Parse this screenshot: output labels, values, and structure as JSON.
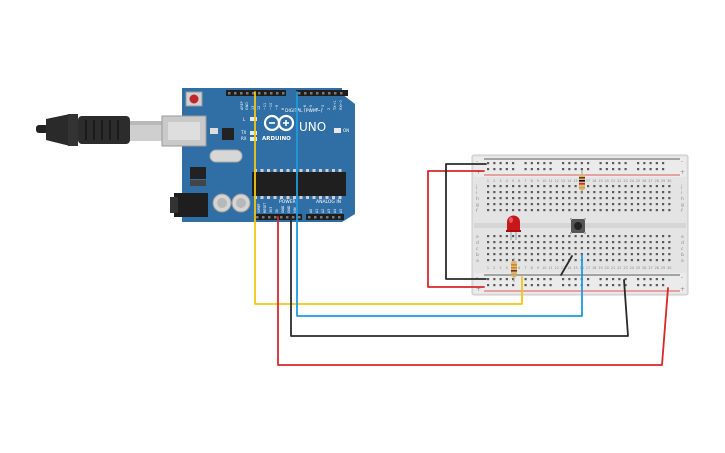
{
  "board": {
    "model_label": "UNO",
    "brand_label": "ARDUINO",
    "digital_label": "DIGITAL (PWM~)",
    "power_label": "POWER",
    "analog_label": "ANALOG IN",
    "on_label": "ON",
    "tx_label": "TX",
    "rx_label": "RX",
    "l_label": "L",
    "aref_label": "AREF",
    "gnd_label": "GND",
    "ioref_label": "IOREF",
    "reset_label": "RESET",
    "v33_label": "3V3",
    "v5_label": "5V",
    "vin_label": "VIN",
    "analog_pins": [
      "A0",
      "A1",
      "A2",
      "A3",
      "A4",
      "A5"
    ],
    "digital_pins": [
      "13",
      "12",
      "~11",
      "~10",
      "~9",
      "8",
      "7",
      "~6",
      "~5",
      "4",
      "~3",
      "2",
      "TX→1",
      "RX←0"
    ]
  },
  "breadboard": {
    "rail_plus": "+",
    "rail_minus": "-",
    "row_letters_top": [
      "j",
      "i",
      "h",
      "g",
      "f"
    ],
    "row_letters_bottom": [
      "e",
      "d",
      "c",
      "b",
      "a"
    ],
    "column_numbers": [
      "1",
      "2",
      "3",
      "4",
      "5",
      "6",
      "7",
      "8",
      "9",
      "10",
      "11",
      "12",
      "13",
      "14",
      "15",
      "16",
      "17",
      "18",
      "19",
      "20",
      "21",
      "22",
      "23",
      "24",
      "25",
      "26",
      "27",
      "28",
      "29",
      "30"
    ]
  },
  "colors": {
    "board": "#2f6fa5",
    "wire_red": "#d7282b",
    "wire_black": "#2b2b2b",
    "wire_yellow": "#f2c716",
    "wire_blue": "#1e9be0",
    "led": "#c8161d"
  },
  "icons": {
    "usb_cable": "usb-cable-icon",
    "reset_button": "reset-button-icon",
    "pushbutton": "pushbutton-icon",
    "led": "led-icon",
    "resistor": "resistor-icon"
  }
}
